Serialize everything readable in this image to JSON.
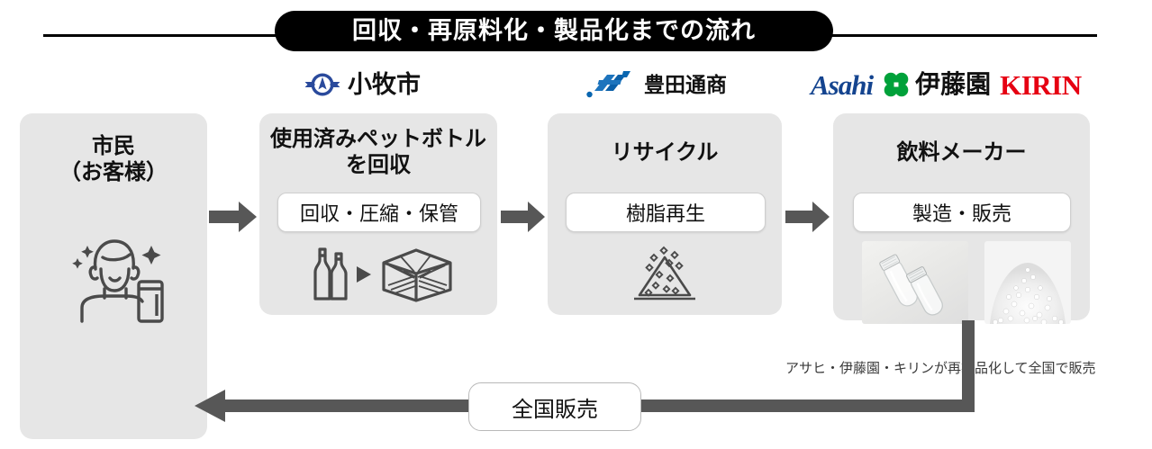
{
  "title": "回収・再原料化・製品化までの流れ",
  "logos": [
    {
      "id": "komaki",
      "name": "小牧市",
      "mark": "komaki-city-emblem-icon",
      "color": "#2a4a9c"
    },
    {
      "id": "toyotsu",
      "name": "豊田通商",
      "mark": "toyota-tsusho-logo-icon",
      "color": "#0a66b0"
    },
    {
      "id": "asahi",
      "name": "Asahi",
      "mark": "asahi-wordmark",
      "color": "#14448f"
    },
    {
      "id": "itoen",
      "name": "伊藤園",
      "mark": "itoen-clover-icon",
      "color": "#00a13a"
    },
    {
      "id": "kirin",
      "name": "KIRIN",
      "mark": "kirin-wordmark",
      "color": "#e60012"
    }
  ],
  "stages": [
    {
      "id": "citizen",
      "title": "市民\n（お客様）",
      "pill": null,
      "icon": "person-with-bottle-icon"
    },
    {
      "id": "collection",
      "title": "使用済みペットボトル\nを回収",
      "pill": "回収・圧縮・保管",
      "icon": "bottles-to-bale-icon"
    },
    {
      "id": "recycle",
      "title": "リサイクル",
      "pill": "樹脂再生",
      "icon": "resin-pellet-pile-icon"
    },
    {
      "id": "maker",
      "title": "飲料メーカー",
      "pill": "製造・販売",
      "icon": "preform-and-pellet-photos"
    }
  ],
  "return_flow": {
    "label": "全国販売",
    "caption": "アサヒ・伊藤園・キリンが再製品化して全国で販売",
    "arrow_color": "#575757"
  },
  "colors": {
    "box_fill": "#e6e6e6",
    "pill_fill": "#ffffff",
    "arrow": "#575757",
    "title_bg": "#000000",
    "title_fg": "#ffffff"
  }
}
